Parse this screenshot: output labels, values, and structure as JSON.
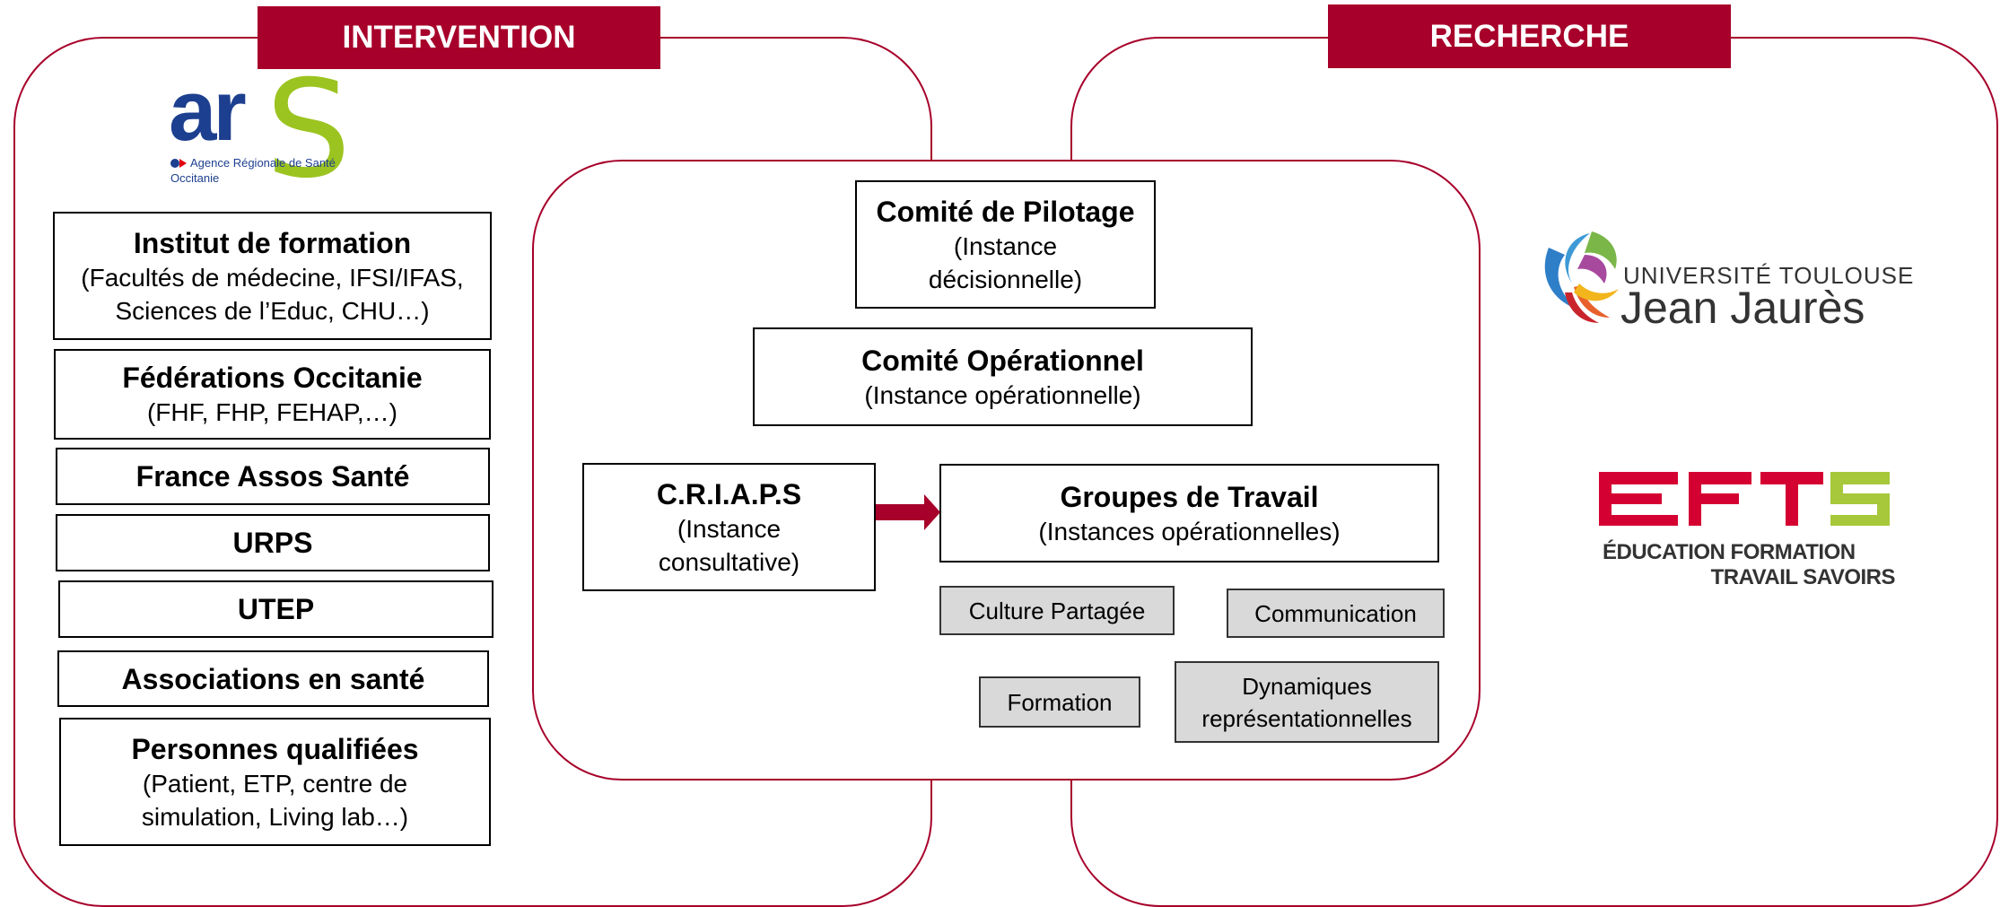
{
  "banners": {
    "intervention": "INTERVENTION",
    "recherche": "RECHERCHE"
  },
  "logos": {
    "ars": {
      "big_text": "ar",
      "big_s": "S",
      "line1": "Agence Régionale de Santé",
      "line2": "Occitanie"
    },
    "ut2j": {
      "line1": "UNIVERSITÉ  TOULOUSE",
      "line2": "Jean Jaurès"
    },
    "efts": {
      "mark": "EFTS",
      "line1": "ÉDUCATION FORMATION",
      "line2": "TRAVAIL SAVOIRS"
    }
  },
  "intervention": [
    {
      "title": "Institut de formation",
      "sub": [
        "(Facultés de médecine, IFSI/IFAS,",
        "Sciences de l’Educ, CHU…)"
      ]
    },
    {
      "title": "Fédérations Occitanie",
      "sub": [
        "(FHF, FHP, FEHAP,…)"
      ]
    },
    {
      "title": "France Assos Santé",
      "sub": []
    },
    {
      "title": "URPS",
      "sub": []
    },
    {
      "title": "UTEP",
      "sub": []
    },
    {
      "title": "Associations en santé",
      "sub": []
    },
    {
      "title": "Personnes qualifiées",
      "sub": [
        "(Patient, ETP, centre de",
        "simulation, Living lab…)"
      ]
    }
  ],
  "center": {
    "copil": {
      "title": "Comité de Pilotage",
      "sub1": "(Instance",
      "sub2": "décisionnelle)"
    },
    "coop": {
      "title": "Comité Opérationnel",
      "sub1": "(Instance opérationnelle)"
    },
    "criaps": {
      "title": "C.R.I.A.P.S",
      "sub1": "(Instance",
      "sub2": "consultative)"
    },
    "groupes": {
      "title": "Groupes de Travail",
      "sub1": "(Instances opérationnelles)"
    },
    "workgroups": {
      "culture": "Culture Partagée",
      "communication": "Communication",
      "formation": "Formation",
      "dynamiques1": "Dynamiques",
      "dynamiques2": "représentationnelles"
    }
  },
  "colors": {
    "accent": "#a7002a",
    "box_fill": "#d9d9d9",
    "ars_blue": "#1d3f8f",
    "ars_green": "#9cc420",
    "efts_red": "#d50032",
    "efts_green": "#a7c83a"
  }
}
